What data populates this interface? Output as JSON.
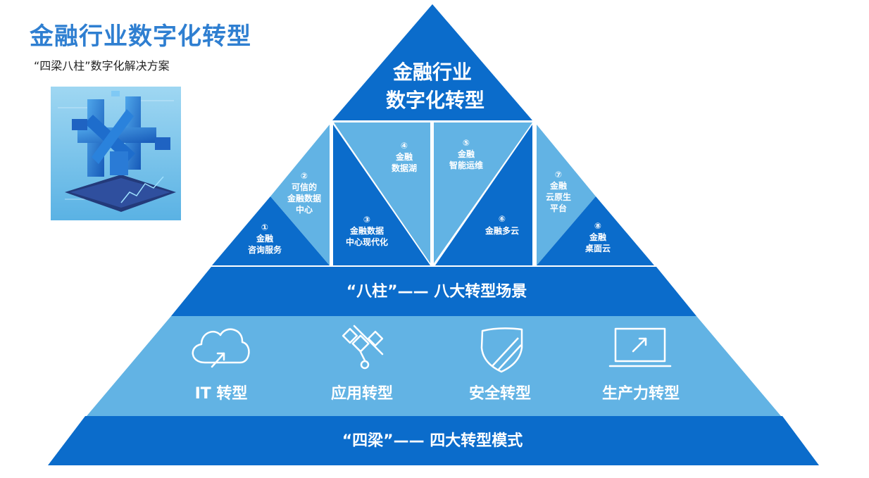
{
  "title": "金融行业数字化转型",
  "subtitle": "“四梁八柱”数字化解决方案",
  "apex": {
    "line1": "金融行业",
    "line2": "数字化转型"
  },
  "pillars": [
    {
      "num": "①",
      "lines": [
        "金融",
        "咨询服务"
      ]
    },
    {
      "num": "②",
      "lines": [
        "可信的",
        "金融数据",
        "中心"
      ]
    },
    {
      "num": "③",
      "lines": [
        "金融数据",
        "中心现代化"
      ]
    },
    {
      "num": "④",
      "lines": [
        "金融",
        "数据湖"
      ]
    },
    {
      "num": "⑤",
      "lines": [
        "金融",
        "智能运维"
      ]
    },
    {
      "num": "⑥",
      "lines": [
        "金融多云"
      ]
    },
    {
      "num": "⑦",
      "lines": [
        "金融",
        "云原生",
        "平台"
      ]
    },
    {
      "num": "⑧",
      "lines": [
        "金融",
        "桌面云"
      ]
    }
  ],
  "pillars_band": "“八柱”—— 八大转型场景",
  "beams": [
    {
      "label": "IT 转型",
      "icon": "cloud-upload-icon"
    },
    {
      "label": "应用转型",
      "icon": "satellite-icon"
    },
    {
      "label": "安全转型",
      "icon": "shield-icon"
    },
    {
      "label": "生产力转型",
      "icon": "laptop-icon"
    }
  ],
  "beams_band": "“四梁”—— 四大转型模式",
  "colors": {
    "dark": "#0b6ccb",
    "light": "#62b3e4",
    "title": "#2f7fd1"
  }
}
